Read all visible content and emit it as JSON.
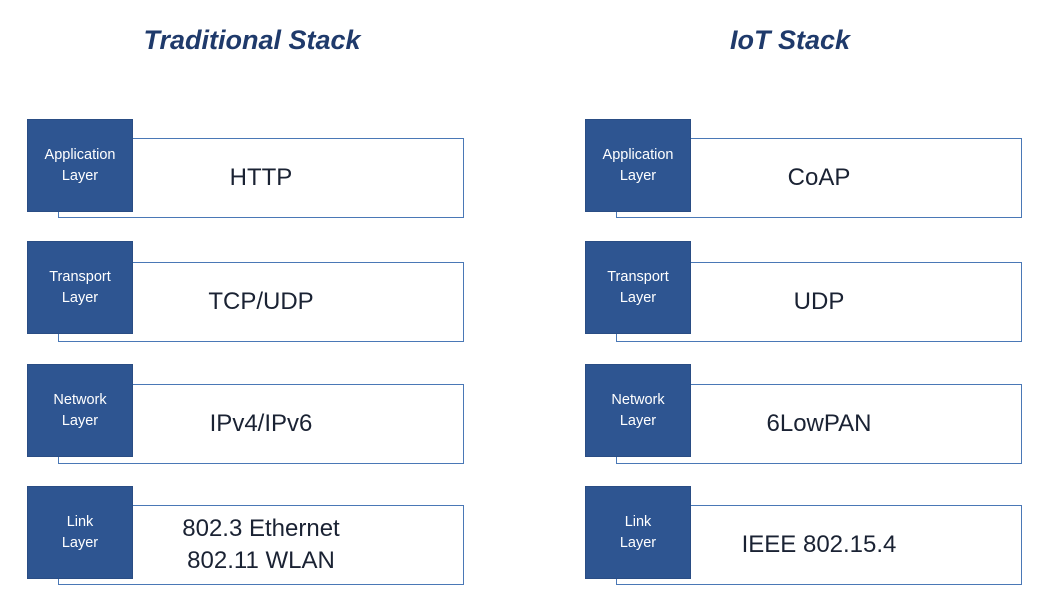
{
  "titles": {
    "left": "Traditional Stack",
    "right": "IoT Stack"
  },
  "traditional": [
    {
      "label_line1": "Application",
      "label_line2": "Layer",
      "value_line1": "HTTP",
      "value_line2": ""
    },
    {
      "label_line1": "Transport",
      "label_line2": "Layer",
      "value_line1": "TCP/UDP",
      "value_line2": ""
    },
    {
      "label_line1": "Network",
      "label_line2": "Layer",
      "value_line1": "IPv4/IPv6",
      "value_line2": ""
    },
    {
      "label_line1": "Link",
      "label_line2": "Layer",
      "value_line1": "802.3 Ethernet",
      "value_line2": "802.11 WLAN"
    }
  ],
  "iot": [
    {
      "label_line1": "Application",
      "label_line2": "Layer",
      "value_line1": "CoAP",
      "value_line2": ""
    },
    {
      "label_line1": "Transport",
      "label_line2": "Layer",
      "value_line1": "UDP",
      "value_line2": ""
    },
    {
      "label_line1": "Network",
      "label_line2": "Layer",
      "value_line1": "6LowPAN",
      "value_line2": ""
    },
    {
      "label_line1": "Link",
      "label_line2": "Layer",
      "value_line1": "IEEE 802.15.4",
      "value_line2": ""
    }
  ],
  "colors": {
    "title": "#1f3a6b",
    "label_fill": "#2e5591",
    "box_border": "#4a78b6"
  }
}
